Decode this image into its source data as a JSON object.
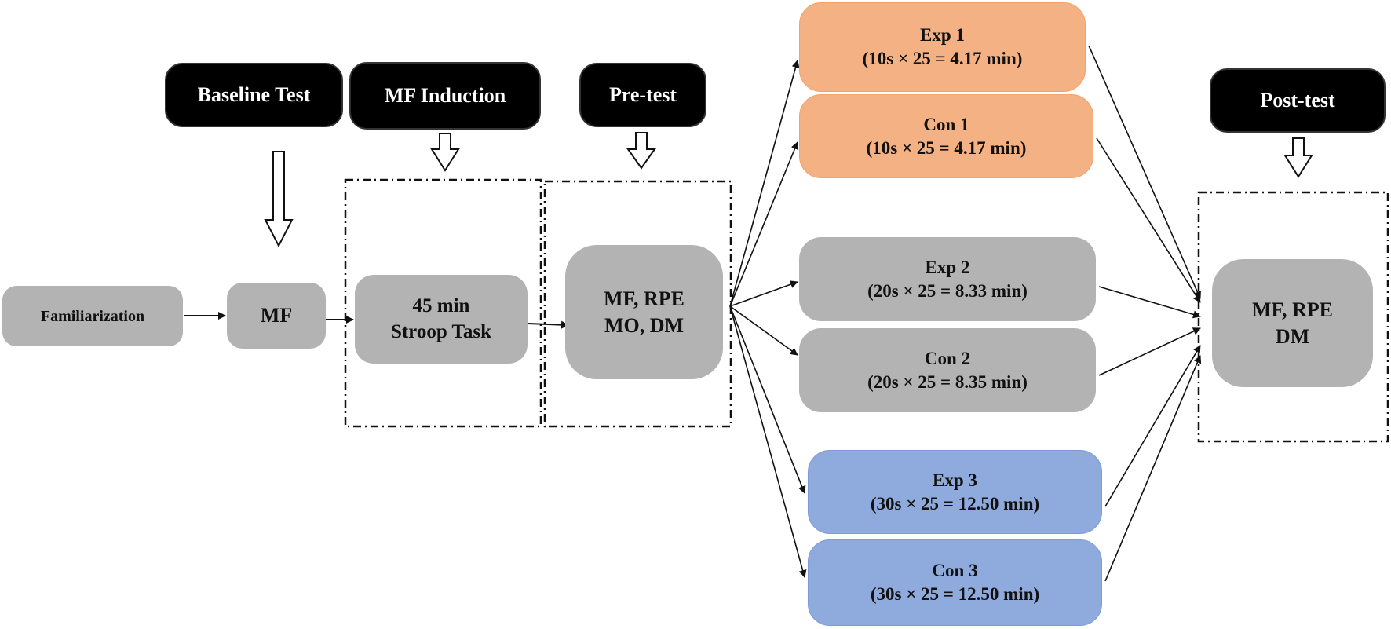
{
  "phases": {
    "baseline_test": "Baseline Test",
    "mf_induction": "MF Induction",
    "pre_test": "Pre-test",
    "post_test": "Post-test"
  },
  "nodes": {
    "familiarization": "Familiarization",
    "mf": "MF",
    "stroop_line1": "45 min",
    "stroop_line2": "Stroop Task",
    "pretest_line1": "MF, RPE",
    "pretest_line2": "MO, DM",
    "posttest_line1": "MF, RPE",
    "posttest_line2": "DM"
  },
  "conditions": [
    {
      "title": "Exp 1",
      "detail": "(10s × 25 = 4.17 min)"
    },
    {
      "title": "Con 1",
      "detail": "(10s × 25 = 4.17 min)"
    },
    {
      "title": "Exp 2",
      "detail": "(20s × 25 = 8.33 min)"
    },
    {
      "title": "Con 2",
      "detail": "(20s × 25 = 8.35 min)"
    },
    {
      "title": "Exp 3",
      "detail": "(30s × 25 = 12.50 min)"
    },
    {
      "title": "Con 3",
      "detail": "(30s × 25 = 12.50 min)"
    }
  ],
  "colors": {
    "orange": "#f4b183",
    "grey": "#b3b3b3",
    "blue": "#8faadc",
    "black": "#000000"
  }
}
